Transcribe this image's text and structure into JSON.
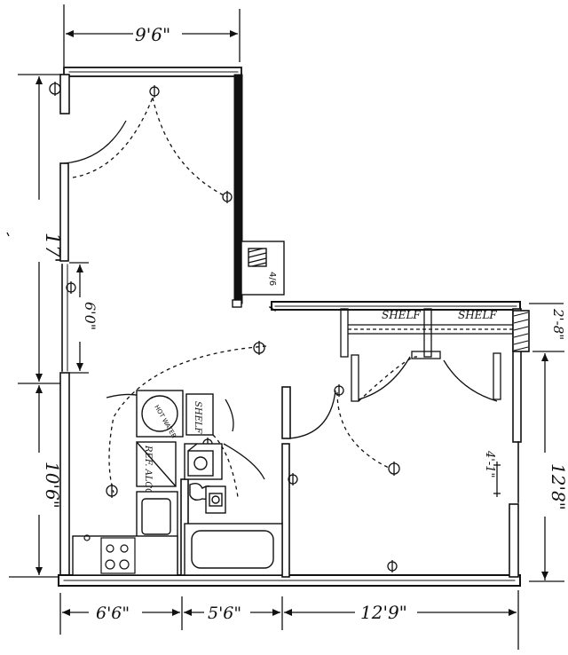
{
  "dimensions": {
    "top_width": "9'6\"",
    "left_upper": "17'",
    "left_window": "6'0\"",
    "left_lower": "10'6\"",
    "right_notch": "2'-8\"",
    "right_lower": "12'8\"",
    "bottom_kitchen": "6'6\"",
    "bottom_bath": "5'6\"",
    "bottom_bedroom": "12'9\"",
    "closet_wall": "4'-1\""
  },
  "labels": {
    "shelf_left": "SHELF",
    "shelf_right": "SHELF",
    "shelf_small": "SHELF",
    "hot_water": "HOT WATER",
    "ref_alcove": "REF. ALCOVE",
    "hvac_box": "4/6"
  },
  "colors": {
    "ink": "#111111",
    "paper": "#ffffff"
  }
}
